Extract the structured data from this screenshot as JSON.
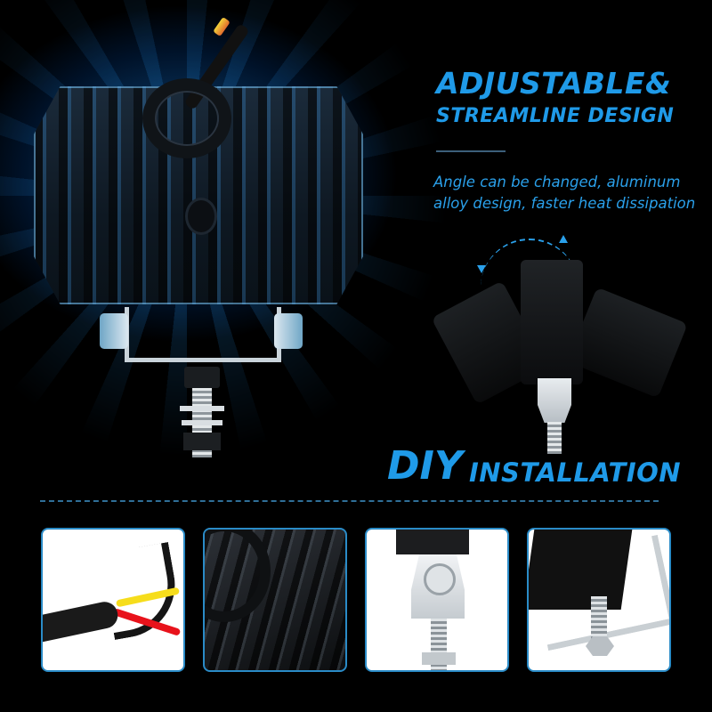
{
  "headline": {
    "line1": "ADJUSTABLE&",
    "line2": "STREAMLINE DESIGN"
  },
  "description": "Angle can be changed, aluminum alloy design, faster heat dissipation",
  "section": {
    "diy": "DIY",
    "installation": "INSTALLATION"
  },
  "thumbnails": [
    {
      "label": "wire-closeup",
      "subject": "black cable with yellow and red wires"
    },
    {
      "label": "heatsink-closeup",
      "subject": "black finned housing with cable"
    },
    {
      "label": "mount-bolt-front",
      "subject": "silver pivot mount with bolt"
    },
    {
      "label": "bracket-bolt-angle",
      "subject": "U-bracket with bolt and nut"
    }
  ],
  "colors": {
    "accent_blue": "#1f9ae8",
    "background": "#000000",
    "thumb_border": "#2a8bc7",
    "wire_yellow": "#f6dd1c",
    "wire_red": "#e8121b"
  }
}
